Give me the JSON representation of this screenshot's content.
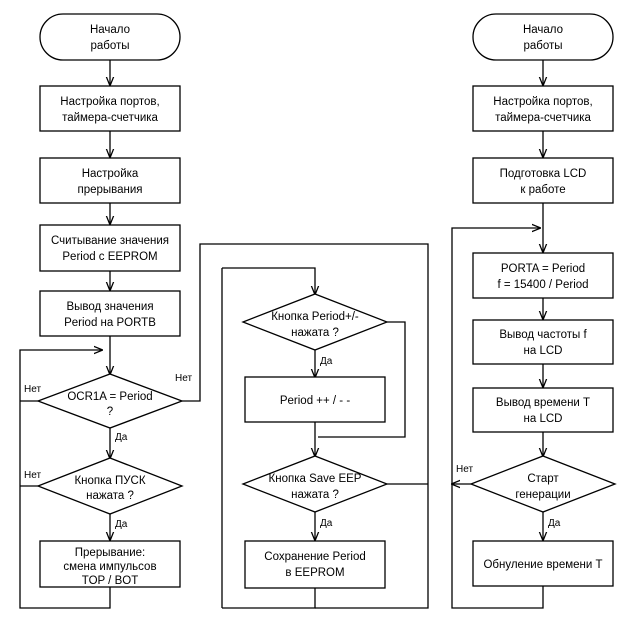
{
  "left": {
    "start": [
      "Начало",
      "работы"
    ],
    "setup_ports": [
      "Настройка портов,",
      "таймера-счетчика"
    ],
    "setup_int": [
      "Настройка",
      "прерывания"
    ],
    "read_period": [
      "Считывание значения",
      "Period с EEPROM"
    ],
    "out_period": [
      "Вывод значения",
      "Period на PORTB"
    ],
    "dec_ocr": [
      "OCR1A = Period",
      "?"
    ],
    "dec_pusk": [
      "Кнопка ПУСК",
      "нажата ?"
    ],
    "interrupt": [
      "Прерывание:",
      "смена импульсов",
      "TOP / BOT"
    ]
  },
  "middle": {
    "dec_period_btn": [
      "Кнопка Period+/-",
      "нажата ?"
    ],
    "period_inc": [
      "Period ++ / - -"
    ],
    "dec_save": [
      "Кнопка Save EEP",
      "нажата ?"
    ],
    "save": [
      "Сохранение Period",
      "в EEPROM"
    ]
  },
  "right": {
    "start": [
      "Начало",
      "работы"
    ],
    "setup_ports": [
      "Настройка портов,",
      "таймера-счетчика"
    ],
    "lcd_prep": [
      "Подготовка LCD",
      "к работе"
    ],
    "porta": [
      "PORTA = Period",
      "f = 15400 / Period"
    ],
    "out_freq": [
      "Вывод частоты f",
      "на LCD"
    ],
    "out_time": [
      "Вывод времени T",
      "на LCD"
    ],
    "dec_start": [
      "Старт",
      "генерации"
    ],
    "reset_time": [
      "Обнуление времени T"
    ]
  },
  "labels": {
    "yes": "Да",
    "no": "Нет"
  }
}
